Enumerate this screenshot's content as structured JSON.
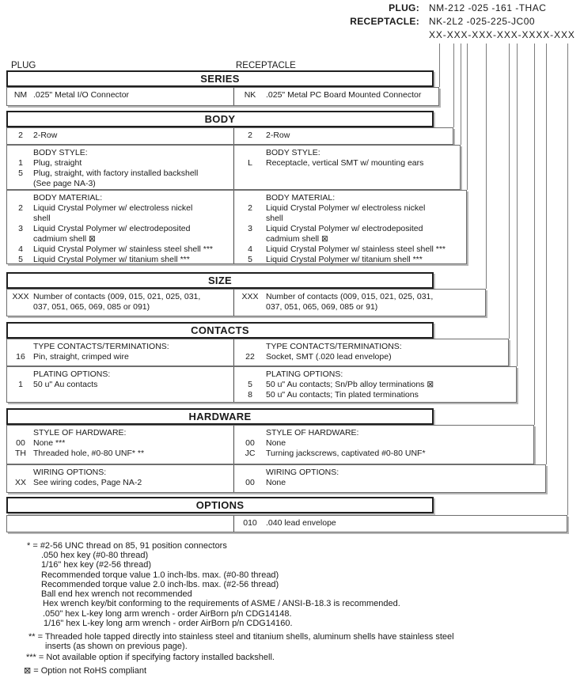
{
  "part_numbers": {
    "plug_label": "PLUG:",
    "plug_number": "NM-212 -025 -161 -THAC",
    "receptacle_label": "RECEPTACLE:",
    "receptacle_number": "NK-2L2 -025-225-JC00",
    "code_pattern": "XX-XXX-XXX-XXX-XXXX-XXX"
  },
  "columns": {
    "left_label": "PLUG",
    "right_label": "RECEPTACLE"
  },
  "series": {
    "title": "SERIES",
    "left": {
      "rows": [
        {
          "code": "NM",
          "desc": ".025\" Metal I/O Connector"
        }
      ]
    },
    "right": {
      "rows": [
        {
          "code": "NK",
          "desc": ".025\" Metal PC Board Mounted Connector"
        }
      ]
    }
  },
  "body": {
    "title": "BODY",
    "row": {
      "left": {
        "rows": [
          {
            "code": "2",
            "desc": "2-Row"
          }
        ]
      },
      "right": {
        "rows": [
          {
            "code": "2",
            "desc": "2-Row"
          }
        ]
      }
    },
    "style": {
      "left": {
        "subtitle": "BODY STYLE:",
        "rows": [
          {
            "code": "1",
            "desc": "Plug, straight"
          },
          {
            "code": "5",
            "desc": "Plug, straight, with factory installed backshell\n(See page NA-3)"
          }
        ]
      },
      "right": {
        "subtitle": "BODY STYLE:",
        "rows": [
          {
            "code": "L",
            "desc": "Receptacle, vertical SMT w/ mounting ears"
          }
        ]
      }
    },
    "material": {
      "left": {
        "subtitle": "BODY MATERIAL:",
        "rows": [
          {
            "code": "2",
            "desc": "Liquid Crystal Polymer w/ electroless nickel\nshell"
          },
          {
            "code": "3",
            "desc": "Liquid Crystal Polymer w/ electrodeposited\ncadmium shell ⊠"
          },
          {
            "code": "4",
            "desc": "Liquid Crystal Polymer w/ stainless steel shell ***"
          },
          {
            "code": "5",
            "desc": "Liquid Crystal Polymer w/ titanium shell ***"
          }
        ]
      },
      "right": {
        "subtitle": "BODY MATERIAL:",
        "rows": [
          {
            "code": "2",
            "desc": "Liquid Crystal Polymer w/ electroless nickel\nshell"
          },
          {
            "code": "3",
            "desc": "Liquid Crystal Polymer w/ electrodeposited\ncadmium shell ⊠"
          },
          {
            "code": "4",
            "desc": "Liquid Crystal Polymer w/ stainless steel shell ***"
          },
          {
            "code": "5",
            "desc": "Liquid Crystal Polymer w/ titanium shell ***"
          }
        ]
      }
    }
  },
  "size": {
    "title": "SIZE",
    "left": {
      "rows": [
        {
          "code": "XXX",
          "desc": "Number of contacts (009, 015, 021, 025, 031,\n037, 051, 065, 069, 085 or 091)"
        }
      ]
    },
    "right": {
      "rows": [
        {
          "code": "XXX",
          "desc": "Number of contacts (009, 015, 021, 025, 031,\n037, 051, 065, 069, 085 or 91)"
        }
      ]
    }
  },
  "contacts": {
    "title": "CONTACTS",
    "type": {
      "left": {
        "subtitle": "TYPE CONTACTS/TERMINATIONS:",
        "rows": [
          {
            "code": "16",
            "desc": "Pin, straight, crimped wire"
          }
        ]
      },
      "right": {
        "subtitle": "TYPE CONTACTS/TERMINATIONS:",
        "rows": [
          {
            "code": "22",
            "desc": "Socket, SMT (.020 lead envelope)"
          }
        ]
      }
    },
    "plating": {
      "left": {
        "subtitle": "PLATING OPTIONS:",
        "rows": [
          {
            "code": "1",
            "desc": "50 u\" Au contacts"
          }
        ]
      },
      "right": {
        "subtitle": "PLATING OPTIONS:",
        "rows": [
          {
            "code": "5",
            "desc": "50 u\" Au contacts; Sn/Pb alloy terminations ⊠"
          },
          {
            "code": "8",
            "desc": "50 u\" Au contacts; Tin plated terminations"
          }
        ]
      }
    }
  },
  "hardware": {
    "title": "HARDWARE",
    "style": {
      "left": {
        "subtitle": "STYLE OF HARDWARE:",
        "rows": [
          {
            "code": "00",
            "desc": "None ***"
          },
          {
            "code": "TH",
            "desc": "Threaded hole, #0-80 UNF* **"
          }
        ]
      },
      "right": {
        "subtitle": "STYLE OF HARDWARE:",
        "rows": [
          {
            "code": "00",
            "desc": "None"
          },
          {
            "code": "JC",
            "desc": "Turning jackscrews, captivated #0-80 UNF*"
          }
        ]
      }
    },
    "wiring": {
      "left": {
        "subtitle": "WIRING OPTIONS:",
        "rows": [
          {
            "code": "XX",
            "desc": "See wiring codes, Page NA-2"
          }
        ]
      },
      "right": {
        "subtitle": "WIRING OPTIONS:",
        "rows": [
          {
            "code": "00",
            "desc": "None"
          }
        ]
      }
    }
  },
  "options": {
    "title": "OPTIONS",
    "right": {
      "rows": [
        {
          "code": "010",
          "desc": ".040 lead envelope"
        }
      ]
    }
  },
  "footnotes": [
    "* = #2-56 UNC thread on 85, 91 position connectors",
    ".050 hex key (#0-80 thread)",
    "1/16\" hex key (#2-56 thread)",
    "Recommended torque value 1.0 inch-lbs. max. (#0-80 thread)",
    "Recommended torque value 2.0 inch-lbs. max. (#2-56 thread)",
    "Ball end hex wrench not recommended",
    "Hex wrench key/bit conforming to the requirements of ASME / ANSI-B-18.3 is recommended.",
    ".050\" hex L-key long arm wrench - order AirBorn p/n CDG14148.",
    "1/16\" hex L-key long arm wrench - order AirBorn p/n CDG14160.",
    "** = Threaded hole tapped directly into stainless steel and titanium shells, aluminum shells have stainless steel",
    "inserts (as shown on previous page).",
    "*** = Not available option if specifying factory installed backshell.",
    "⊠ = Option not RoHS compliant"
  ]
}
